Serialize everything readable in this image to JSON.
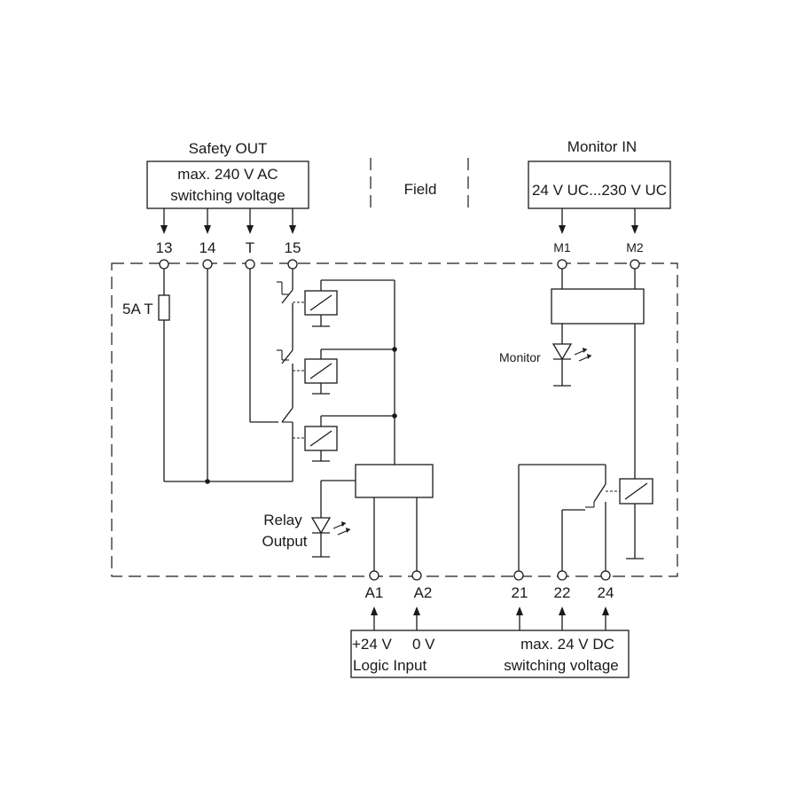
{
  "safety_out": {
    "title": "Safety OUT",
    "rating_line1": "max. 240 V AC",
    "rating_line2": "switching voltage",
    "terminals": [
      "13",
      "14",
      "T",
      "15"
    ]
  },
  "field_label": "Field",
  "monitor_in": {
    "title": "Monitor IN",
    "rating": "24 V UC...230 V UC",
    "terminals": [
      "M1",
      "M2"
    ]
  },
  "fuse_label": "5A T",
  "monitor_led_label": "Monitor",
  "relay_output_label_line1": "Relay",
  "relay_output_label_line2": "Output",
  "bottom_terminals": [
    "A1",
    "A2",
    "21",
    "22",
    "24"
  ],
  "logic_input": {
    "pos_label": "+24 V",
    "zero_label": "0 V",
    "caption": "Logic Input"
  },
  "dc_rating": {
    "line1": "max. 24 V DC",
    "line2": "switching voltage"
  }
}
